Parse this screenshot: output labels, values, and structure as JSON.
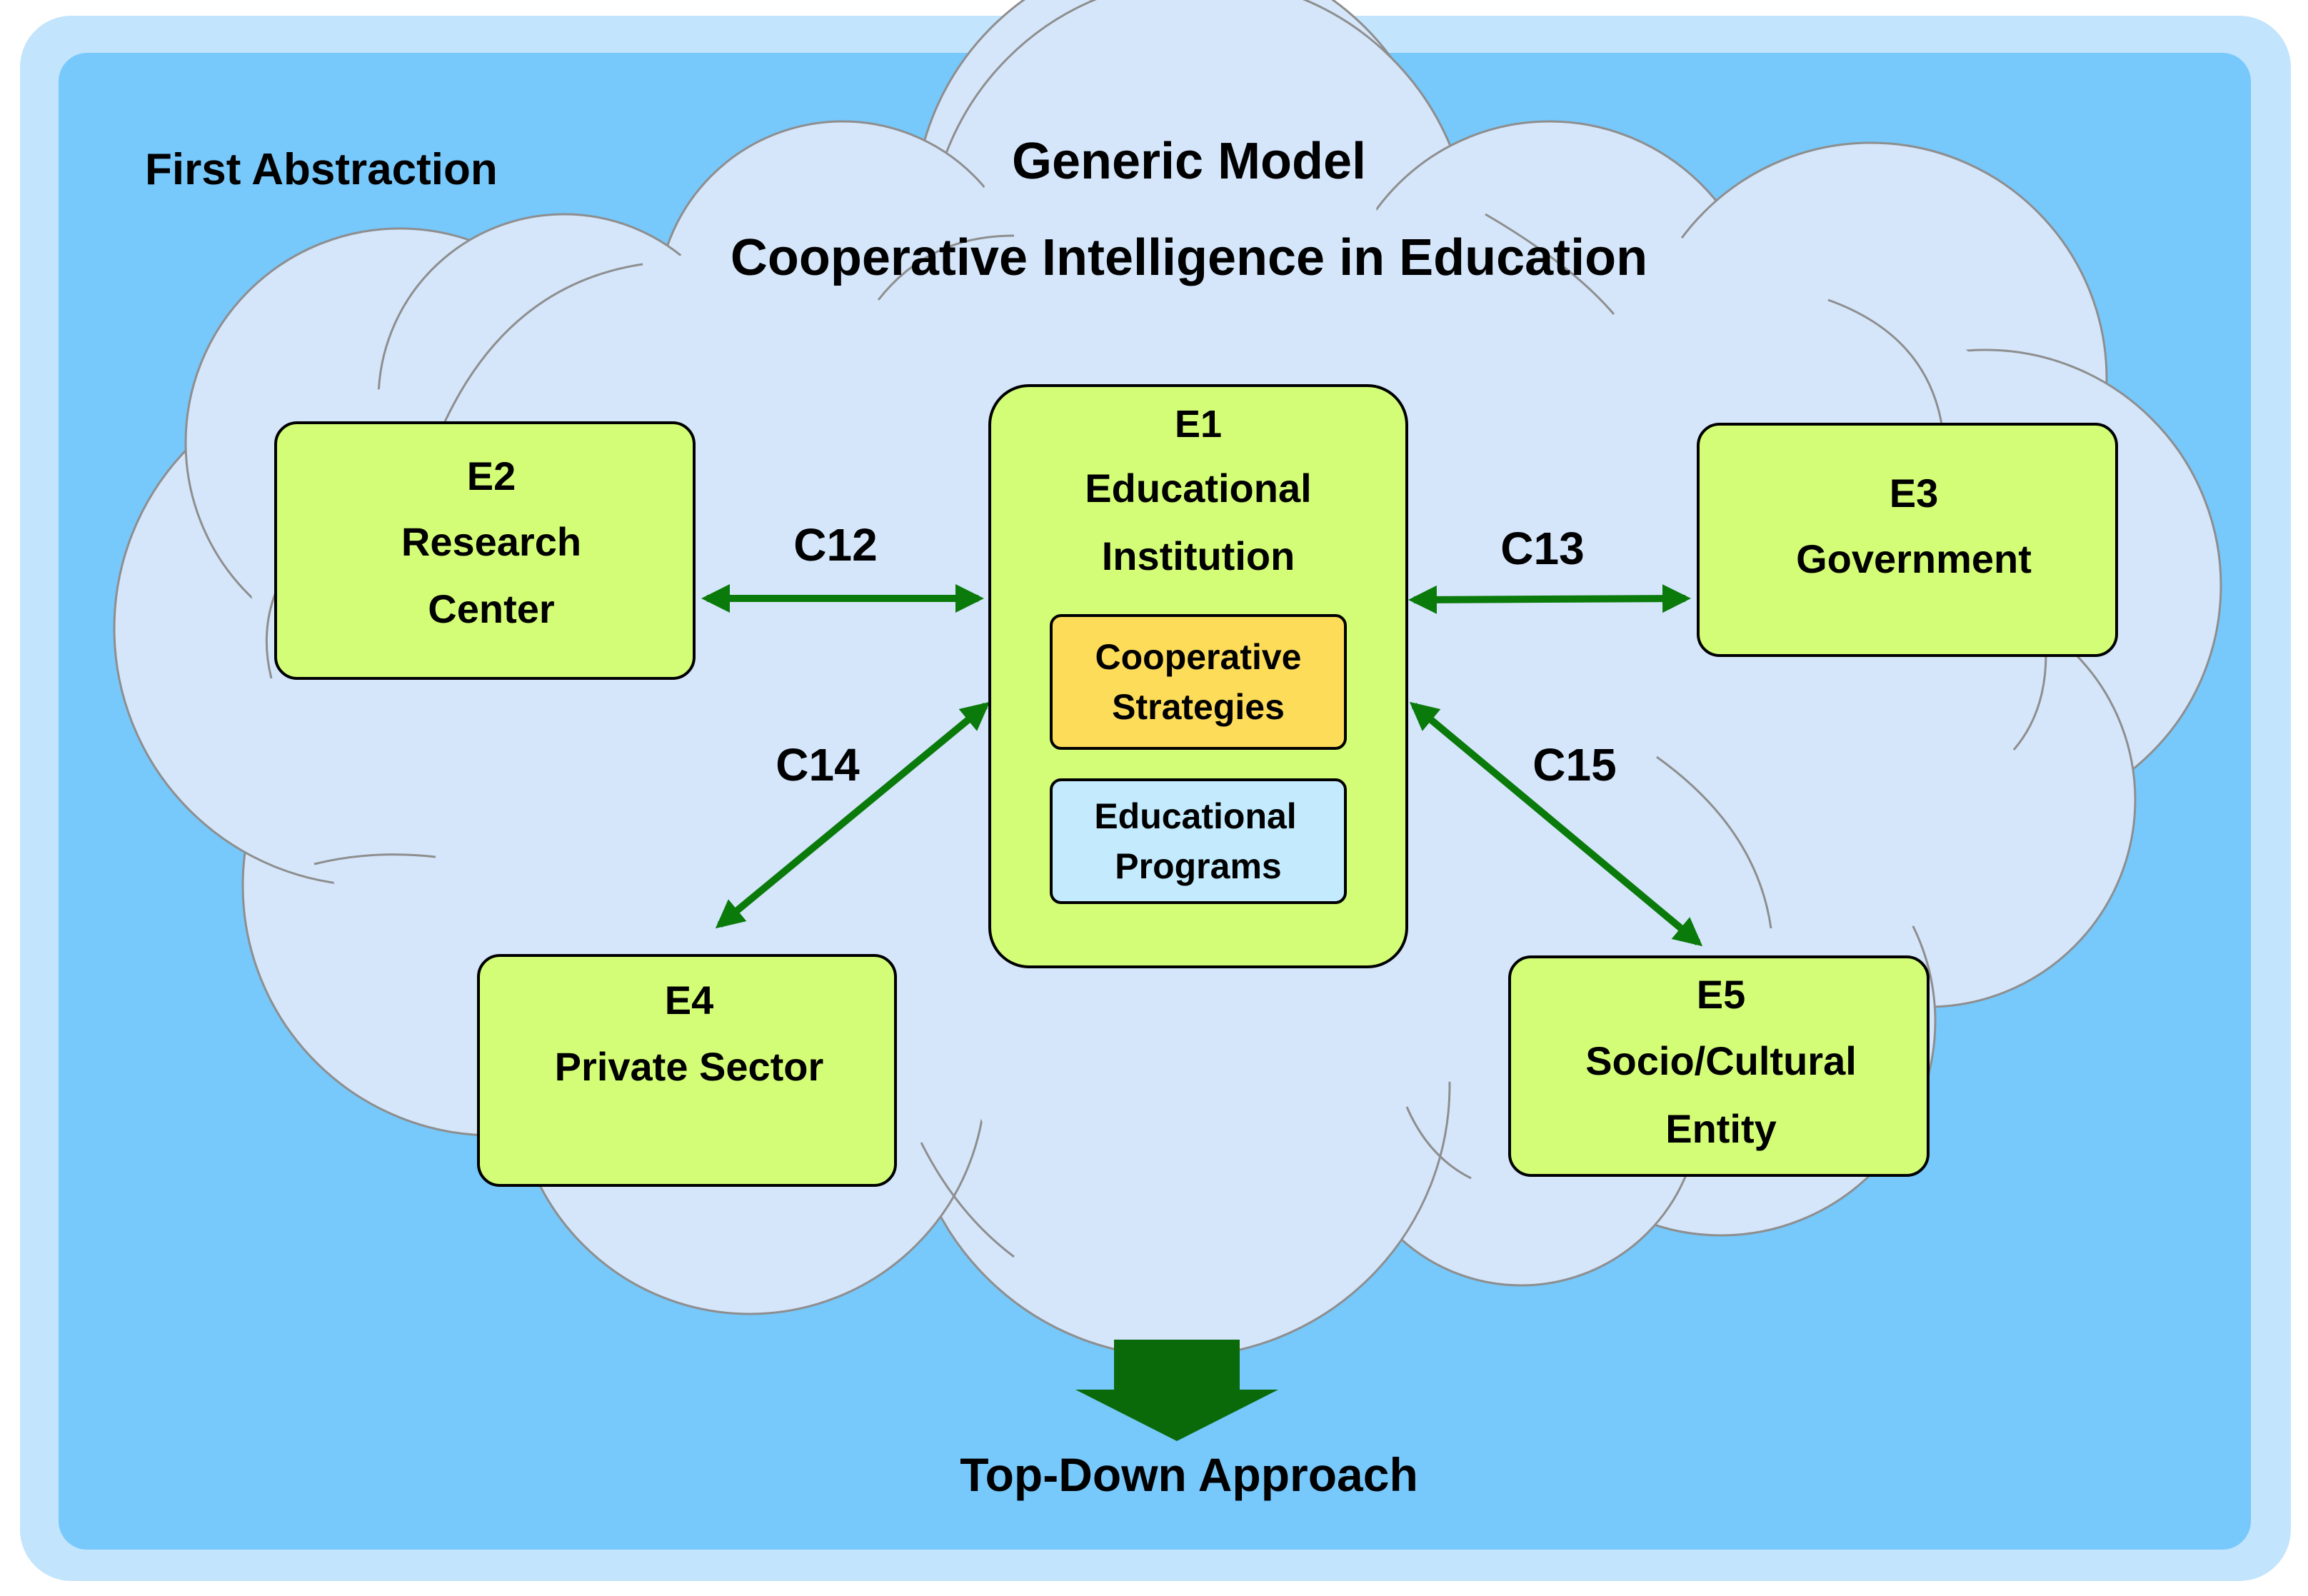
{
  "diagram": {
    "abstraction_label": "First Abstraction",
    "title_line1": "Generic Model",
    "title_line2": "Cooperative Intelligence in Education",
    "bottom_label": "Top-Down Approach",
    "colors": {
      "outer_frame": "#c2e4fc",
      "inner_background": "#77c8fb",
      "cloud": "#d5e6fb",
      "entity_box": "#d3fd77",
      "strategies_box": "#fddc59",
      "programs_box": "#c3ebfd",
      "arrow": "#0a7a0a"
    },
    "entities": {
      "e1": {
        "id": "E1",
        "line1": "Educational",
        "line2": "Institution"
      },
      "e2": {
        "id": "E2",
        "line1": "Research",
        "line2": "Center"
      },
      "e3": {
        "id": "E3",
        "line1": "Government"
      },
      "e4": {
        "id": "E4",
        "line1": "Private Sector"
      },
      "e5": {
        "id": "E5",
        "line1": "Socio/Cultural",
        "line2": "Entity"
      }
    },
    "inner_boxes": {
      "strategies": {
        "line1": "Cooperative",
        "line2": "Strategies"
      },
      "programs": {
        "line1": "Educational",
        "line2": "Programs"
      }
    },
    "connections": {
      "c12": "C12",
      "c13": "C13",
      "c14": "C14",
      "c15": "C15"
    }
  }
}
